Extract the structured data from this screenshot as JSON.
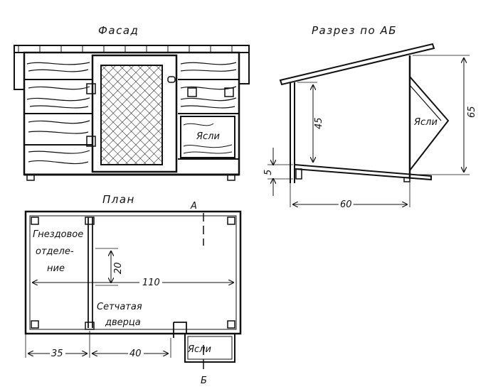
{
  "titles": {
    "facade": "Фасад",
    "section": "Разрез по АБ",
    "plan": "План"
  },
  "labels": {
    "manger": "Ясли",
    "nest_1": "Гнездовое",
    "nest_2": "отделе-",
    "nest_3": "ние",
    "door_1": "Сетчатая",
    "door_2": "дверца",
    "cut_a": "А",
    "cut_b": "Б"
  },
  "dimensions": {
    "height_total": "65",
    "height_inner": "45",
    "floor_gap": "5",
    "depth": "60",
    "door_width": "20",
    "length": "110",
    "nest_width": "35",
    "middle_width": "40",
    "manger_plan": "Ясли"
  },
  "colors": {
    "ink": "#111111",
    "paper": "#ffffff"
  }
}
